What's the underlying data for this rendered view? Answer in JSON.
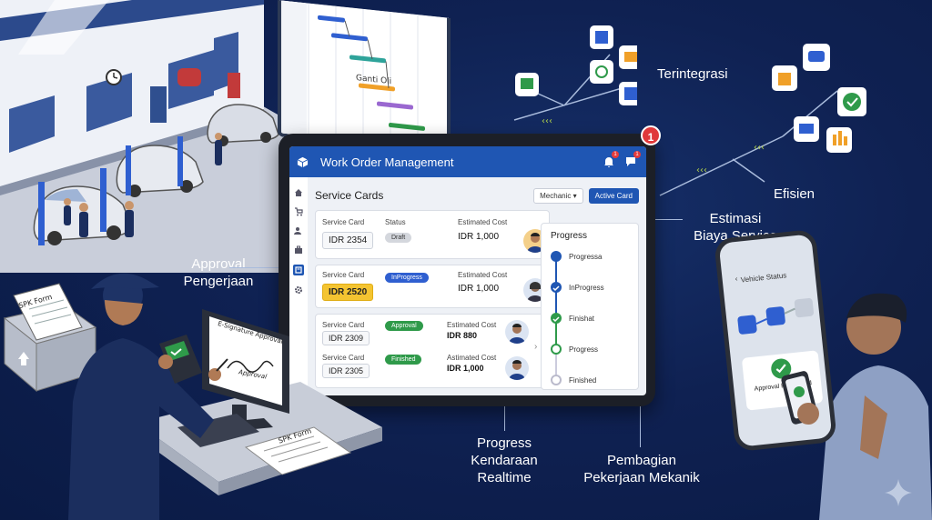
{
  "app": {
    "title": "Work Order Management",
    "notification_count": "1",
    "bell_badge": "1",
    "chat_badge": "1"
  },
  "toolbar": {
    "heading": "Service Cards",
    "mechanic_filter": "Mechanic",
    "active_card_label": "Active Card"
  },
  "cards": [
    {
      "label": "Service Card",
      "id": "IDR 2354",
      "status_label": "Status",
      "status": "Draft",
      "cost_label": "Estimated Cost",
      "cost": "IDR 1,000"
    },
    {
      "label": "Service Card",
      "id": "IDR 2520",
      "status": "InProgress",
      "cost_label": "Estimated Cost",
      "cost": "IDR 1,000"
    },
    {
      "label": "Service Card",
      "id": "IDR 2309",
      "status": "Approval",
      "cost_label": "Estimated Cost",
      "cost": "IDR 880"
    },
    {
      "label": "Service Card",
      "id": "IDR 2305",
      "status": "Finished",
      "cost_label": "Astimated Cost",
      "cost": "IDR 1,000"
    }
  ],
  "progress": {
    "title": "Progress",
    "steps": [
      "Progressa",
      "InProgress",
      "Finishat",
      "Progress",
      "Finished"
    ]
  },
  "callouts": {
    "terintegrasi": "Terintegrasi",
    "efisien": "Efisien",
    "estimasi_1": "Estimasi",
    "estimasi_2": "Biaya Service",
    "approval_1": "Approval",
    "approval_2": "Pengerjaan",
    "progress_1": "Progress",
    "progress_2": "Kendaraan",
    "progress_3": "Realtime",
    "pembagian_1": "Pembagian",
    "pembagian_2": "Pekerjaan Mekanik"
  },
  "scene": {
    "gantt_label": "Ganti Oli",
    "spk_form_box": "SPK Form",
    "spk_form_desk": "SPK Form",
    "esignature_title": "E-Signature Approval",
    "esignature_text": "Approval",
    "phone_title": "Vehicle Status",
    "phone_approval": "Approval Requested"
  },
  "colors": {
    "brand_blue": "#1f56b3",
    "draft_pill": "#b8bcc4",
    "inprogress_pill": "#2f5fd0",
    "approval_pill": "#2f9a4a",
    "finished_pill": "#2f9a4a",
    "highlight_yellow": "#f4c431"
  }
}
